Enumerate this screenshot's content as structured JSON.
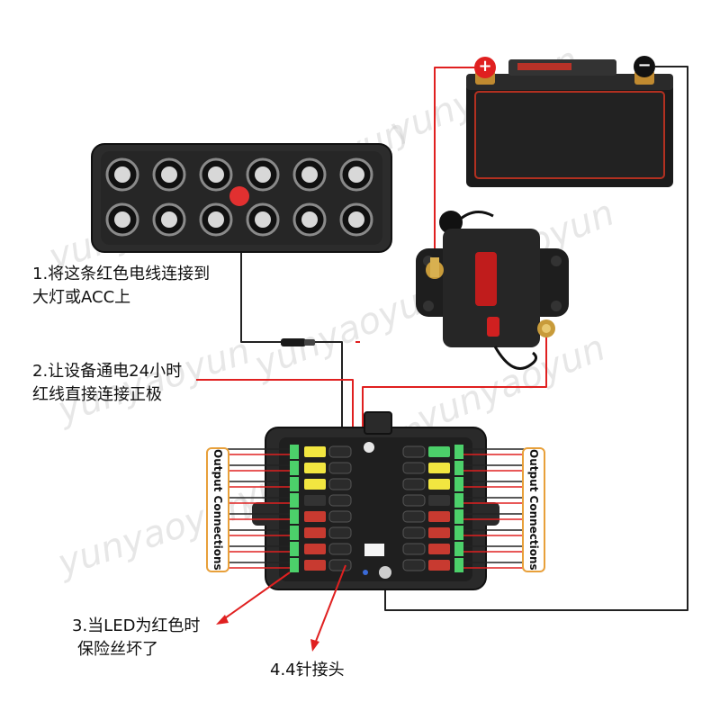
{
  "annotations": {
    "step1_line1": "1.将这条红色电线连接到",
    "step1_line2": "大灯或ACC上",
    "step2_line1": "2.让设备通电24小时",
    "step2_line2": "红线直接连接正极",
    "step3_line1": "3.当LED为红色时",
    "step3_line2": "保险丝坏了",
    "step4": "4.4针接头"
  },
  "output_labels": {
    "left": "Output Connections",
    "right": "Output Connections"
  },
  "battery": {
    "positive_symbol": "+",
    "negative_symbol": "−"
  },
  "watermark": "yunyaoyun",
  "colors": {
    "wire_red": "#e02020",
    "wire_black": "#222222",
    "fuse_green": "#4cd06a",
    "fuse_yellow": "#f2e640",
    "fuse_red": "#c83a30",
    "label_border": "#e8a03a"
  },
  "switch_panel": {
    "rows": 2,
    "cols": 6
  },
  "fuse_box": {
    "fuse_rows": 8
  }
}
